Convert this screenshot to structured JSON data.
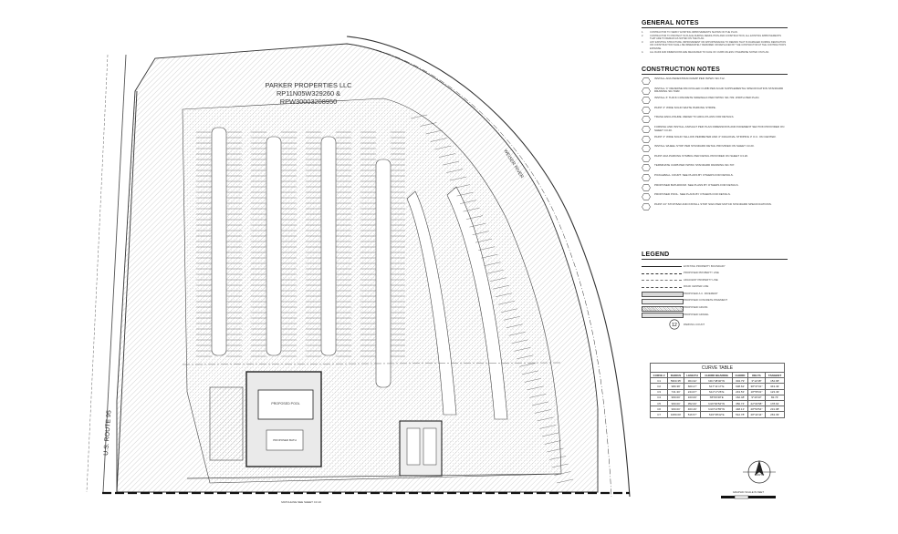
{
  "plan": {
    "owner_line1": "PARKER PROPERTIES LLC",
    "owner_line2": "RP11N05W329260 &",
    "owner_line3": "RPW30003208950",
    "road_label": "U.S. ROUTE 95",
    "river_label": "WEISER RIVER",
    "pool_label": "PROPOSED POOL",
    "bath_label": "PROPOSED BATH",
    "matchline": "MATCHLINE SEE SHEET C3.10",
    "scale_label": "GRAPHIC SCALE IN FEET",
    "north_label": "NORTH"
  },
  "general_notes": {
    "title": "GENERAL NOTES",
    "items": [
      "CONTRACTOR TO VERIFY EXISTING IMPROVEMENTS SHOWN ON THE PLAN.",
      "CONTRACTOR TO PROTECT IN PLACE DURING DEMOLITION AND CONSTRUCTION, ALL EXISTING IMPROVEMENTS THAT ARE TO REMAIN AS NOTED ON THE PLAN.",
      "ANY EXISTING STRUCTURE, IMPROVEMENT OR APPURTENANCE TO REMAIN THAT IS DAMAGED DURING DEMOLITION OR CONSTRUCTION SHALL BE IMMEDIATELY REPAIRED OR REPLACED BY THE CONTRACTOR AT THE CONTRACTOR'S EXPENSE.",
      "ALL RADII AND DIMENSIONS ARE MEASURED TO FACE OF CURB UNLESS OTHERWISE NOTED ON PLAN."
    ]
  },
  "construction_notes": {
    "title": "CONSTRUCTION NOTES",
    "items": [
      "INSTALL ADA PEDESTRIAN RAMP PER ISPWC SD-712.",
      "INSTALL 'F' REVERSE PAN ROLLED CURB PER ACHD SUPPLEMENTAL SPECIFICATION STANDARD DRAWING SD-702R.",
      "INSTALL 6' THICK CONCRETE SIDEWALK PER ISPWC SD-709. WIDTH PER PLAN.",
      "PAINT 4\" WIDE SOLID WHITE PARKING STRIPE.",
      "TRASH ENCLOSURE. REFER TO ARCH PLANS FOR DETAILS.",
      "FURNISH AND INSTALL ASPHALT PER PLAN DIMENSIONS AND PAVEMENT SECTION PROVIDED ON SHEET C3.20.",
      "PAINT 4\" WIDE SOLID YELLOW PERIMETER AND 4\" DIAGONAL STRIPING 3' O.C. ON CENTER.",
      "INSTALL WHEEL STOP PER STANDARD DETAIL PROVIDED ON SHEET C3.20.",
      "PAINT ADA PARKING SYMBOL PER DETAIL PROVIDED ON SHEET C3.20.",
      "TERMINATE CURB PER ISPWC STANDARD DRAWING SD-707.",
      "PICKLEBALL COURT. SEE PLANS BY OTHERS FOR DETAILS.",
      "PROPOSED BATHROOM. SEE PLANS BY OTHERS FOR DETAILS.",
      "PROPOSED POOL. SEE PLANS BY OTHERS FOR DETAILS.",
      "PAINT 24\" STOP BAR AND INSTALL STOP SIGN PER MUTCD STANDARD SPECIFICATIONS."
    ]
  },
  "legend": {
    "title": "LEGEND",
    "items": [
      "EXISTING PROPERTY BOUNDARY",
      "PROPOSED PROPERTY LINE",
      "ADJACENT PROPERTY LINE",
      "ROAD CENTER LINE",
      "PROPOSED A.C. PAVEMENT",
      "PROPOSED CONCRETE PAVEMENT",
      "PROPOSED GRASS",
      "PROPOSED GRAVEL"
    ],
    "count_symbol": "12",
    "count_label": "PARKING COUNT"
  },
  "curve_table": {
    "title": "CURVE TABLE",
    "headers": [
      "CURVE #",
      "RADIUS",
      "LENGTH",
      "CHORD BEARING",
      "CHORD",
      "DELTA",
      "TANGENT"
    ],
    "rows": [
      [
        "C1",
        "5960.35'",
        "304.32'",
        "N01°48'40\"W",
        "304.79'",
        "3°12'48\"",
        "152.68'"
      ],
      [
        "C2",
        "980.38'",
        "660.27'",
        "S17°11'17\"E",
        "638.62'",
        "38°37'01\"",
        "343.49'"
      ],
      [
        "C3",
        "741.30'",
        "244.67'",
        "S11°17'26\"E",
        "243.53'",
        "18°55'01\"",
        "123.49'"
      ],
      [
        "C4",
        "960.00'",
        "163.00'",
        "S5°00'40\"E",
        "162.48'",
        "9°43'43\"",
        "82.74'"
      ],
      [
        "C5",
        "960.00'",
        "352.00'",
        "N16°00'52\"W",
        "350.74'",
        "22°04'58\"",
        "178.91'"
      ],
      [
        "C6",
        "960.00'",
        "463.46'",
        "N19°13'55\"W",
        "448.13'",
        "28°50'54\"",
        "231.98'"
      ],
      [
        "C7",
        "1080.00'",
        "516.57'",
        "S19°38'42\"E",
        "512.78'",
        "28°42'44\"",
        "263.39'"
      ]
    ]
  },
  "colors": {
    "line": "#333333",
    "pavement": "#d4d4d4",
    "grass_hatch": "#9a9a9a",
    "paper": "#ffffff"
  }
}
